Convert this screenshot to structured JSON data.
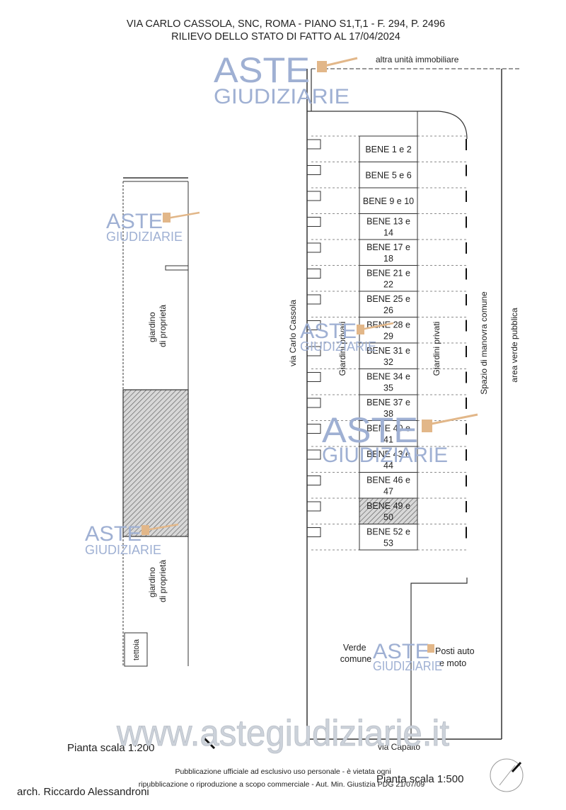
{
  "header": {
    "line1": "VIA CARLO CASSOLA, SNC, ROMA - PIANO S1,T,1 - F. 294, P. 2496",
    "line2": "RILIEVO DELLO STATO DI FATTO AL 17/04/2024"
  },
  "labels": {
    "altra_unita": "altra unità immobiliare",
    "giardino_1": [
      "giardino",
      "di proprietà"
    ],
    "giardino_2": [
      "giardino",
      "di proprietà"
    ],
    "tettoia": "tettoia",
    "via_carlo_cassola": "via Carlo Cassola",
    "giardini_privati_left": "Giardini privati",
    "giardini_privati_right": "Giardini privati",
    "spazio_manovra": "Spazio di manovra comune",
    "area_verde": "area verde pubblica",
    "verde_comune": [
      "Verde",
      "comune"
    ],
    "posti_auto": [
      "Posti auto",
      "e moto"
    ],
    "via_capalto": "via Capalto",
    "scala_200": "Pianta scala 1:200",
    "scala_500": "Pianta scala 1:500",
    "architect": "arch.  Riccardo Alessandroni",
    "disclaimer_1": "Pubblicazione ufficiale ad esclusivo uso personale - è vietata ogni",
    "disclaimer_2": "ripubblicazione o riproduzione a scopo commerciale - Aut. Min. Giustizia PDG 21/07/09"
  },
  "units": [
    [
      "BENE 1 e 2"
    ],
    [
      "BENE 5 e 6"
    ],
    [
      "BENE 9 e 10"
    ],
    [
      "BENE 13 e",
      "14"
    ],
    [
      "BENE 17 e",
      "18"
    ],
    [
      "BENE 21 e",
      "22"
    ],
    [
      "BENE 25 e",
      "26"
    ],
    [
      "BENE 28 e",
      "29"
    ],
    [
      "BENE 31 e",
      "32"
    ],
    [
      "BENE 34 e",
      "35"
    ],
    [
      "BENE 37 e",
      "38"
    ],
    [
      "BENE 40 e",
      "41"
    ],
    [
      "BENE 43 e",
      "44"
    ],
    [
      "BENE 46 e",
      "47"
    ],
    [
      "BENE 49 e",
      "50"
    ],
    [
      "BENE 52 e",
      "53"
    ]
  ],
  "highlighted_unit": "BENE 49 e 50",
  "watermark": {
    "brand_top": "ASTE",
    "brand_bottom": "GIUDIZIARIE",
    "site": "www.astegiudiziarie.it",
    "color": "#9fb0d3"
  }
}
